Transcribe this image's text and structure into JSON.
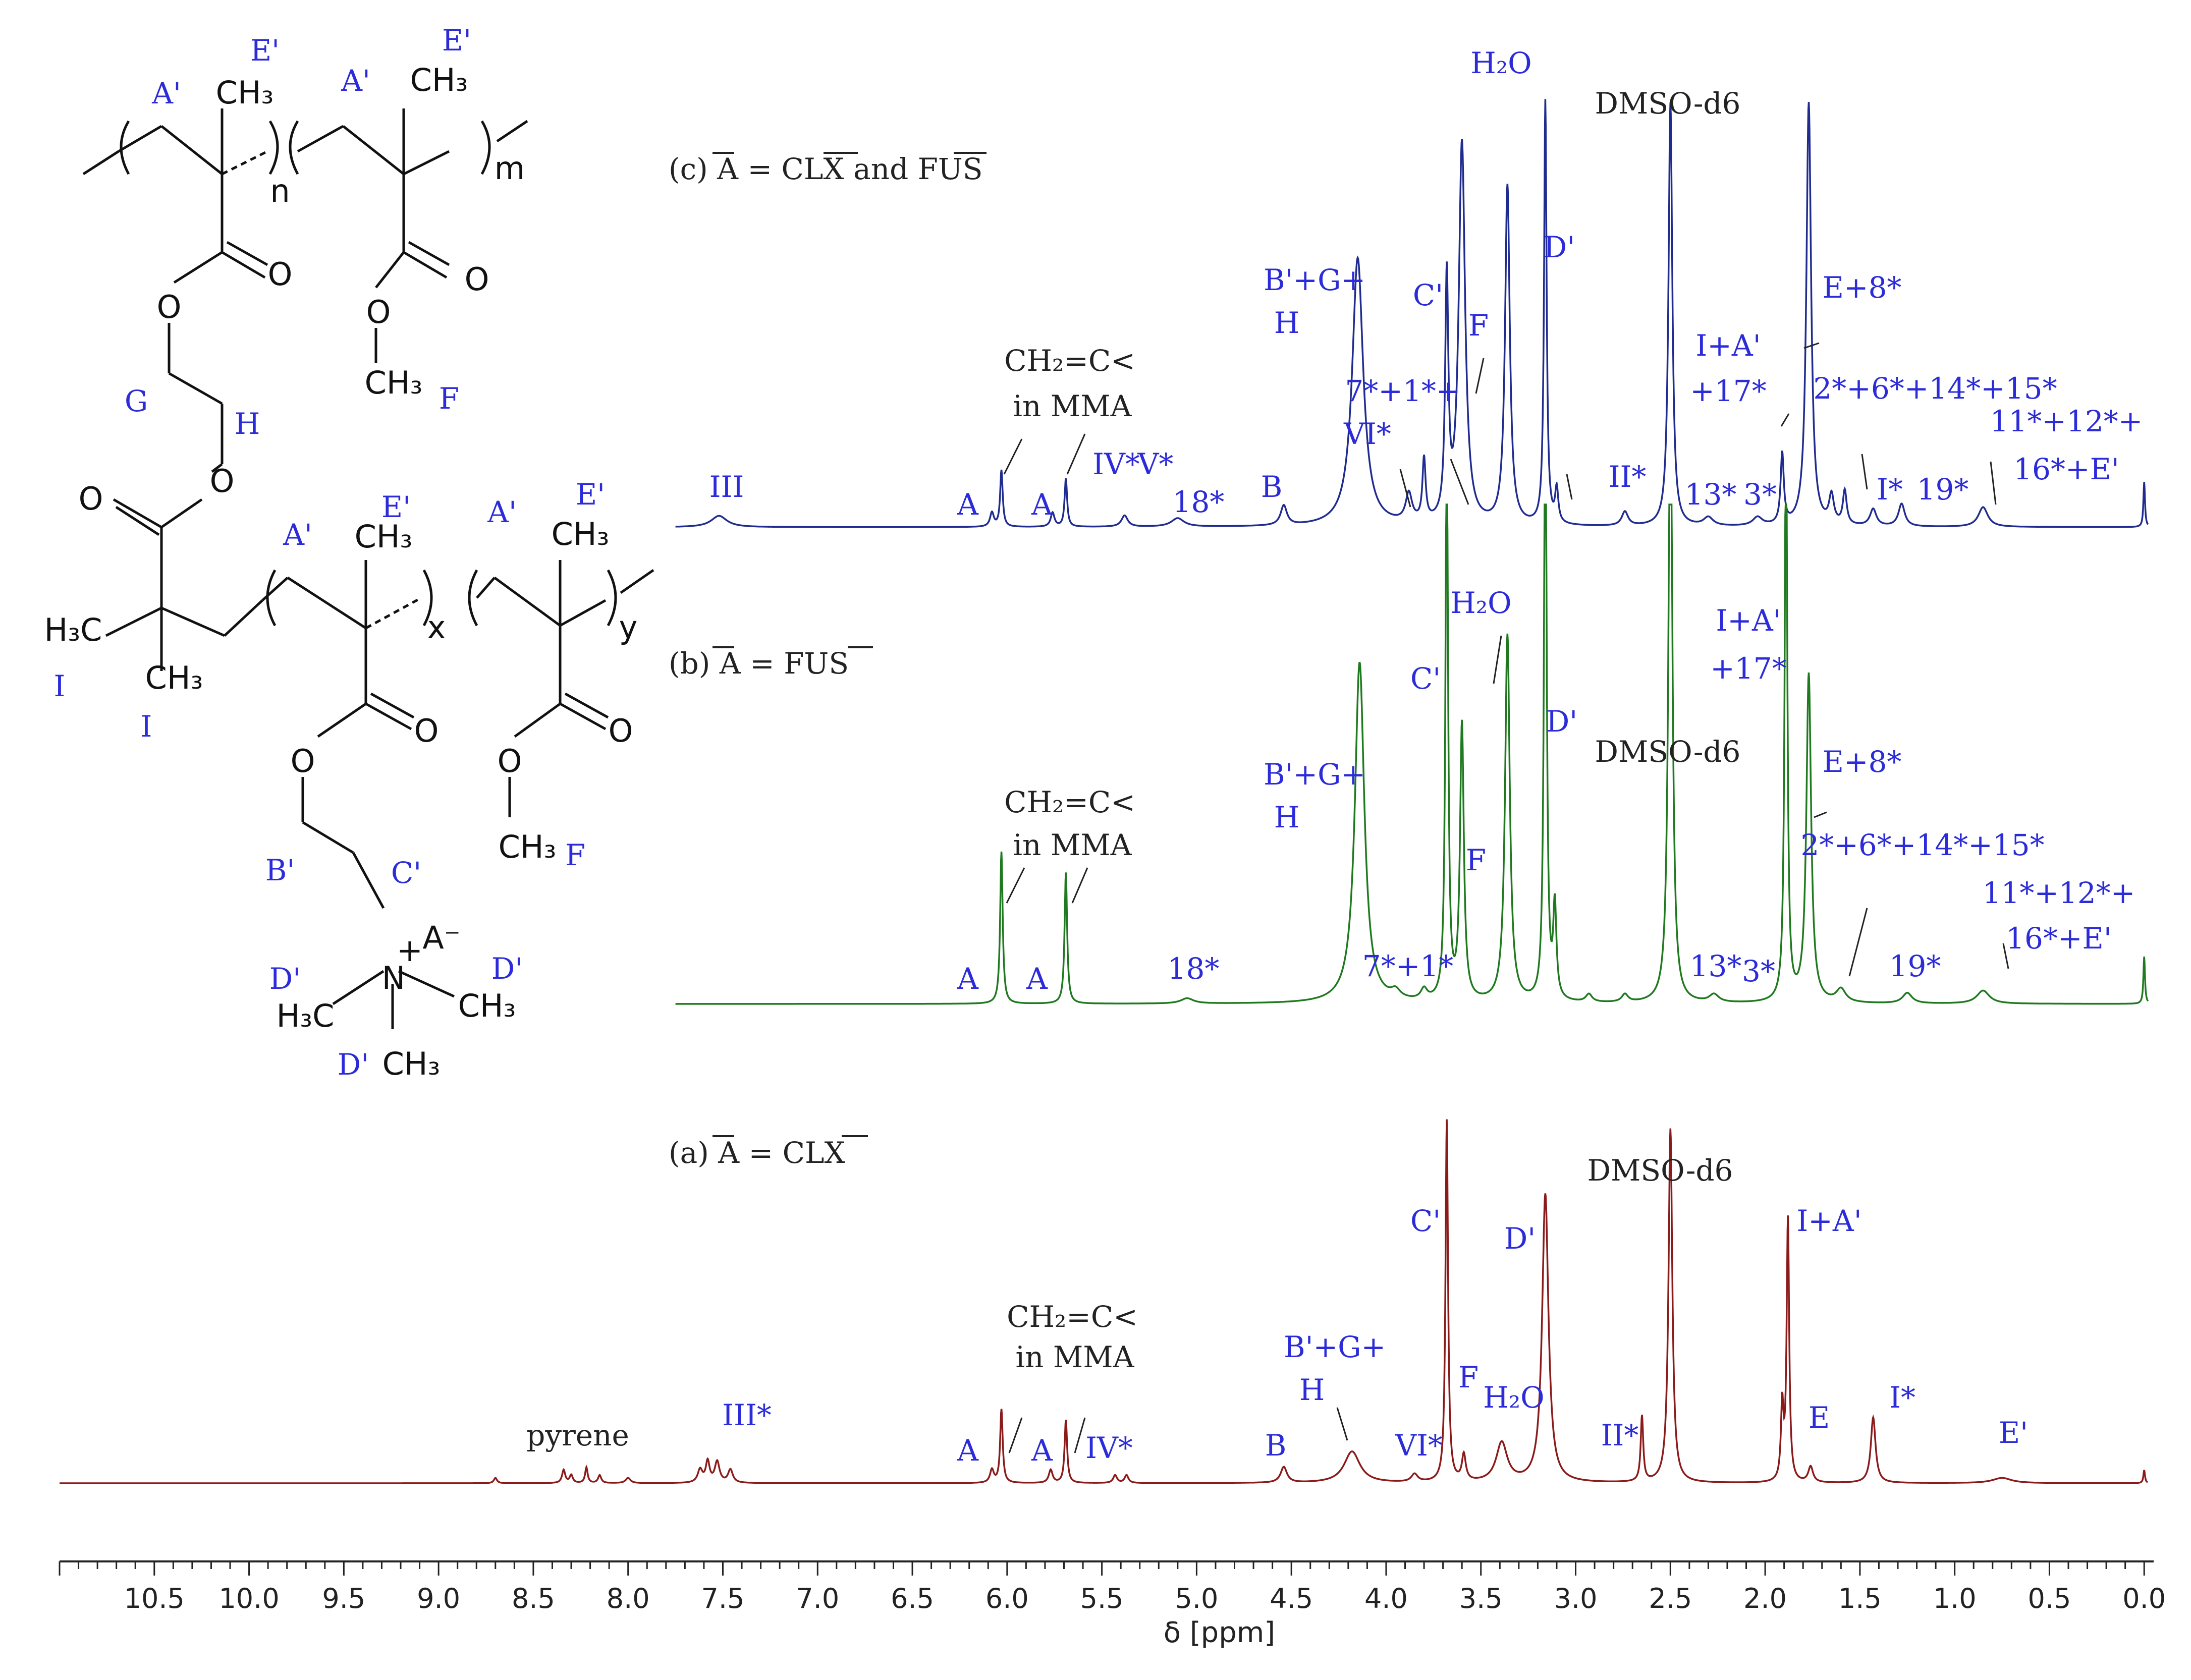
{
  "colors": {
    "spectrum_c": "#1f2b8f",
    "spectrum_b": "#1f7a1f",
    "spectrum_a": "#8b1a1a",
    "label_blue": "#2b2bd9",
    "label_black": "#222222"
  },
  "chart_data": {
    "type": "line",
    "xlabel": "δ [ppm]",
    "xlim": [
      11.0,
      -0.05
    ],
    "x_reversed": true,
    "ticks": [
      "10.5",
      "10.0",
      "9.5",
      "9.0",
      "8.5",
      "8.0",
      "7.5",
      "7.0",
      "6.5",
      "6.0",
      "5.5",
      "5.0",
      "4.5",
      "4.0",
      "3.5",
      "3.0",
      "2.5",
      "2.0",
      "1.5",
      "1.0",
      "0.5",
      "0.0"
    ],
    "tick_values": [
      10.5,
      10.0,
      9.5,
      9.0,
      8.5,
      8.0,
      7.5,
      7.0,
      6.5,
      6.0,
      5.5,
      5.0,
      4.5,
      4.0,
      3.5,
      3.0,
      2.5,
      2.0,
      1.5,
      1.0,
      0.5,
      0.0
    ],
    "grid": false,
    "series": [
      {
        "key": "c",
        "title_parts": [
          "(c) A",
          " = CLX",
          " and FUS"
        ],
        "range_start": 7.75,
        "peaks": [
          {
            "x": 7.52,
            "h": 0.04,
            "w": 0.05
          },
          {
            "x": 6.08,
            "h": 0.05,
            "w": 0.012
          },
          {
            "x": 6.03,
            "h": 0.2,
            "w": 0.008
          },
          {
            "x": 5.76,
            "h": 0.05,
            "w": 0.012
          },
          {
            "x": 5.69,
            "h": 0.17,
            "w": 0.008
          },
          {
            "x": 5.38,
            "h": 0.04,
            "w": 0.02
          },
          {
            "x": 5.1,
            "h": 0.03,
            "w": 0.04
          },
          {
            "x": 4.54,
            "h": 0.07,
            "w": 0.02
          },
          {
            "x": 4.15,
            "h": 0.95,
            "w": 0.035
          },
          {
            "x": 3.88,
            "h": 0.1,
            "w": 0.02
          },
          {
            "x": 3.8,
            "h": 0.22,
            "w": 0.01
          },
          {
            "x": 3.68,
            "h": 0.85,
            "w": 0.01
          },
          {
            "x": 3.6,
            "h": 1.35,
            "w": 0.02
          },
          {
            "x": 3.36,
            "h": 1.2,
            "w": 0.015
          },
          {
            "x": 3.16,
            "h": 1.5,
            "w": 0.008
          },
          {
            "x": 3.1,
            "h": 0.12,
            "w": 0.01
          },
          {
            "x": 2.74,
            "h": 0.05,
            "w": 0.02
          },
          {
            "x": 2.5,
            "h": 1.5,
            "w": 0.012
          },
          {
            "x": 2.3,
            "h": 0.03,
            "w": 0.03
          },
          {
            "x": 2.04,
            "h": 0.03,
            "w": 0.03
          },
          {
            "x": 1.91,
            "h": 0.25,
            "w": 0.01
          },
          {
            "x": 1.77,
            "h": 1.5,
            "w": 0.015
          },
          {
            "x": 1.65,
            "h": 0.1,
            "w": 0.015
          },
          {
            "x": 1.58,
            "h": 0.12,
            "w": 0.012
          },
          {
            "x": 1.43,
            "h": 0.06,
            "w": 0.02
          },
          {
            "x": 1.28,
            "h": 0.08,
            "w": 0.02
          },
          {
            "x": 0.85,
            "h": 0.07,
            "w": 0.03
          },
          {
            "x": 0.0,
            "h": 0.16,
            "w": 0.005
          }
        ]
      },
      {
        "key": "b",
        "title_parts": [
          "(b) A",
          " = FUS"
        ],
        "range_start": 7.75,
        "peaks": [
          {
            "x": 6.03,
            "h": 0.58,
            "w": 0.008
          },
          {
            "x": 5.69,
            "h": 0.5,
            "w": 0.008
          },
          {
            "x": 5.05,
            "h": 0.02,
            "w": 0.04
          },
          {
            "x": 4.14,
            "h": 1.3,
            "w": 0.03
          },
          {
            "x": 3.95,
            "h": 0.03,
            "w": 0.03
          },
          {
            "x": 3.8,
            "h": 0.04,
            "w": 0.02
          },
          {
            "x": 3.68,
            "h": 2.2,
            "w": 0.008
          },
          {
            "x": 3.6,
            "h": 1.05,
            "w": 0.012
          },
          {
            "x": 3.36,
            "h": 1.4,
            "w": 0.015
          },
          {
            "x": 3.16,
            "h": 2.5,
            "w": 0.008
          },
          {
            "x": 3.11,
            "h": 0.35,
            "w": 0.01
          },
          {
            "x": 2.93,
            "h": 0.03,
            "w": 0.02
          },
          {
            "x": 2.74,
            "h": 0.03,
            "w": 0.02
          },
          {
            "x": 2.5,
            "h": 2.5,
            "w": 0.012
          },
          {
            "x": 2.27,
            "h": 0.03,
            "w": 0.03
          },
          {
            "x": 1.89,
            "h": 2.3,
            "w": 0.008
          },
          {
            "x": 1.77,
            "h": 1.25,
            "w": 0.015
          },
          {
            "x": 1.6,
            "h": 0.05,
            "w": 0.03
          },
          {
            "x": 1.25,
            "h": 0.04,
            "w": 0.03
          },
          {
            "x": 0.85,
            "h": 0.05,
            "w": 0.04
          },
          {
            "x": 0.0,
            "h": 0.18,
            "w": 0.005
          }
        ]
      },
      {
        "key": "a",
        "title_parts": [
          "(a) A",
          " = CLX"
        ],
        "range_start": 11.0,
        "peaks": [
          {
            "x": 8.7,
            "h": 0.02,
            "w": 0.01
          },
          {
            "x": 8.34,
            "h": 0.05,
            "w": 0.01
          },
          {
            "x": 8.3,
            "h": 0.03,
            "w": 0.01
          },
          {
            "x": 8.22,
            "h": 0.06,
            "w": 0.008
          },
          {
            "x": 8.15,
            "h": 0.03,
            "w": 0.01
          },
          {
            "x": 8.0,
            "h": 0.02,
            "w": 0.015
          },
          {
            "x": 7.62,
            "h": 0.05,
            "w": 0.015
          },
          {
            "x": 7.58,
            "h": 0.08,
            "w": 0.012
          },
          {
            "x": 7.53,
            "h": 0.08,
            "w": 0.015
          },
          {
            "x": 7.46,
            "h": 0.05,
            "w": 0.015
          },
          {
            "x": 6.08,
            "h": 0.05,
            "w": 0.012
          },
          {
            "x": 6.03,
            "h": 0.28,
            "w": 0.008
          },
          {
            "x": 5.77,
            "h": 0.05,
            "w": 0.012
          },
          {
            "x": 5.69,
            "h": 0.24,
            "w": 0.008
          },
          {
            "x": 5.43,
            "h": 0.03,
            "w": 0.012
          },
          {
            "x": 5.37,
            "h": 0.03,
            "w": 0.012
          },
          {
            "x": 4.54,
            "h": 0.06,
            "w": 0.02
          },
          {
            "x": 4.18,
            "h": 0.12,
            "w": 0.05
          },
          {
            "x": 3.85,
            "h": 0.03,
            "w": 0.02
          },
          {
            "x": 3.68,
            "h": 1.38,
            "w": 0.008
          },
          {
            "x": 3.59,
            "h": 0.1,
            "w": 0.012
          },
          {
            "x": 3.39,
            "h": 0.15,
            "w": 0.035
          },
          {
            "x": 3.16,
            "h": 1.1,
            "w": 0.02
          },
          {
            "x": 2.65,
            "h": 0.25,
            "w": 0.008
          },
          {
            "x": 2.5,
            "h": 1.35,
            "w": 0.012
          },
          {
            "x": 1.91,
            "h": 0.28,
            "w": 0.008
          },
          {
            "x": 1.88,
            "h": 1.0,
            "w": 0.008
          },
          {
            "x": 1.76,
            "h": 0.06,
            "w": 0.015
          },
          {
            "x": 1.43,
            "h": 0.25,
            "w": 0.015
          },
          {
            "x": 0.75,
            "h": 0.02,
            "w": 0.06
          },
          {
            "x": 0.0,
            "h": 0.05,
            "w": 0.005
          }
        ]
      }
    ],
    "peak_labels": {
      "c": [
        {
          "t": "III",
          "x": 7.55
        },
        {
          "t": "CH₂=C<",
          "x": 5.72
        },
        {
          "t": "in MMA",
          "x": 5.72
        },
        {
          "t": "A",
          "x": 6.15
        },
        {
          "t": "A",
          "x": 5.82
        },
        {
          "t": "IV*",
          "x": 5.42
        },
        {
          "t": "V*",
          "x": 5.2
        },
        {
          "t": "18*",
          "x": 4.98
        },
        {
          "t": "B",
          "x": 4.58
        },
        {
          "t": "B'+G+",
          "x": 4.2
        },
        {
          "t": "H",
          "x": 4.4
        },
        {
          "t": "C'",
          "x": 3.75
        },
        {
          "t": "7*+1*+",
          "x": 3.9
        },
        {
          "t": "VI*",
          "x": 3.95
        },
        {
          "t": "F",
          "x": 3.55
        },
        {
          "t": "H₂O",
          "x": 3.36
        },
        {
          "t": "D'",
          "x": 3.0
        },
        {
          "t": "DMSO-d6",
          "x": 2.5
        },
        {
          "t": "II*",
          "x": 2.75
        },
        {
          "t": "13*",
          "x": 2.2
        },
        {
          "t": "3*",
          "x": 2.01
        },
        {
          "t": "I+A'",
          "x": 1.93
        },
        {
          "t": "+17*",
          "x": 1.93
        },
        {
          "t": "E+8*",
          "x": 1.55
        },
        {
          "t": "2*+6*+14*+15*",
          "x": 1.3
        },
        {
          "t": "I*",
          "x": 1.4
        },
        {
          "t": "19*",
          "x": 1.12
        },
        {
          "t": "11*+12*+",
          "x": 0.55
        },
        {
          "t": "16*+E'",
          "x": 0.55
        }
      ],
      "b": [
        {
          "t": "H₂O",
          "x": 3.5
        },
        {
          "t": "I+A'",
          "x": 1.95
        },
        {
          "t": "+17*",
          "x": 1.95
        },
        {
          "t": "C'",
          "x": 3.95
        },
        {
          "t": "D'",
          "x": 3.02
        },
        {
          "t": "B'+G+",
          "x": 4.2
        },
        {
          "t": "H",
          "x": 4.4
        },
        {
          "t": "DMSO-d6",
          "x": 2.5
        },
        {
          "t": "E+8*",
          "x": 1.55
        },
        {
          "t": "CH₂=C<",
          "x": 5.72
        },
        {
          "t": "in MMA",
          "x": 5.72
        },
        {
          "t": "F",
          "x": 3.55
        },
        {
          "t": "2*+6*+14*+15*",
          "x": 1.3
        },
        {
          "t": "11*+12*+",
          "x": 0.55
        },
        {
          "t": "16*+E'",
          "x": 0.55
        },
        {
          "t": "A",
          "x": 6.15
        },
        {
          "t": "A",
          "x": 5.82
        },
        {
          "t": "18*",
          "x": 4.98
        },
        {
          "t": "7*+1*",
          "x": 3.9
        },
        {
          "t": "13*",
          "x": 2.22
        },
        {
          "t": "3*",
          "x": 2.03
        },
        {
          "t": "19*",
          "x": 1.2
        }
      ],
      "a": [
        {
          "t": "DMSO-d6",
          "x": 2.5
        },
        {
          "t": "C'",
          "x": 3.98
        },
        {
          "t": "D'",
          "x": 3.12
        },
        {
          "t": "I+A'",
          "x": 1.8
        },
        {
          "t": "CH₂=C<",
          "x": 5.72
        },
        {
          "t": "in MMA",
          "x": 5.72
        },
        {
          "t": "B'+G+",
          "x": 4.58
        },
        {
          "t": "H",
          "x": 4.58
        },
        {
          "t": "F",
          "x": 3.6
        },
        {
          "t": "H₂O",
          "x": 3.3
        },
        {
          "t": "pyrene",
          "x": 8.48
        },
        {
          "t": "III*",
          "x": 7.38
        },
        {
          "t": "I*",
          "x": 1.4
        },
        {
          "t": "E",
          "x": 1.76
        },
        {
          "t": "E'",
          "x": 0.72
        },
        {
          "t": "A",
          "x": 6.15
        },
        {
          "t": "A",
          "x": 5.82
        },
        {
          "t": "IV*",
          "x": 5.45
        },
        {
          "t": "B",
          "x": 4.58
        },
        {
          "t": "VI*",
          "x": 3.96
        },
        {
          "t": "II*",
          "x": 2.75
        }
      ]
    }
  },
  "structure": {
    "upper_labels": [
      "A'",
      "E'",
      "CH₃",
      "A'",
      "E'",
      "CH₃",
      "n",
      "m",
      "O",
      "O",
      "O",
      "O",
      "CH₃",
      "F",
      "G",
      "H",
      "O"
    ],
    "lower_labels": [
      "O",
      "A'",
      "E'",
      "CH₃",
      "A'",
      "E'",
      "CH₃",
      "H₃C",
      "I",
      "CH₃",
      "I",
      "x",
      "y",
      "O",
      "O",
      "O",
      "O",
      "CH₃",
      "F",
      "B'",
      "C'",
      "A⁻",
      "+",
      "N",
      "D'",
      "D'",
      "H₃C",
      "CH₃",
      "D'",
      "CH₃"
    ]
  }
}
